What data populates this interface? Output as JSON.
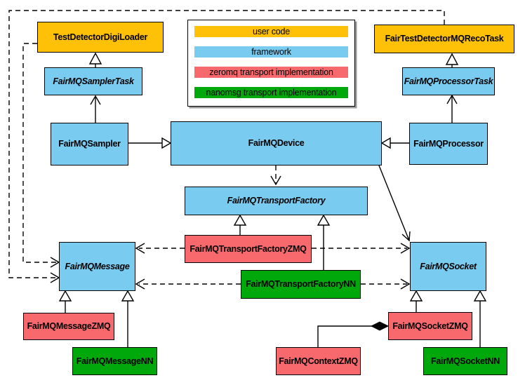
{
  "nodes": {
    "test_detector_digi_loader": {
      "label": "TestDetectorDigiLoader",
      "category": "user code"
    },
    "fair_test_detector_mq_reco_task": {
      "label": "FairTestDetectorMQRecoTask",
      "category": "user code"
    },
    "fair_mq_sampler_task": {
      "label": "FairMQSamplerTask",
      "category": "framework",
      "abstract": true
    },
    "fair_mq_processor_task": {
      "label": "FairMQProcessorTask",
      "category": "framework",
      "abstract": true
    },
    "fair_mq_sampler": {
      "label": "FairMQSampler",
      "category": "framework"
    },
    "fair_mq_device": {
      "label": "FairMQDevice",
      "category": "framework"
    },
    "fair_mq_processor": {
      "label": "FairMQProcessor",
      "category": "framework"
    },
    "fair_mq_transport_factory": {
      "label": "FairMQTransportFactory",
      "category": "framework",
      "abstract": true
    },
    "fair_mq_transport_factory_zmq": {
      "label": "FairMQTransportFactoryZMQ",
      "category": "zeromq transport implementation"
    },
    "fair_mq_transport_factory_nn": {
      "label": "FairMQTransportFactoryNN",
      "category": "nanomsg transport implementation"
    },
    "fair_mq_message": {
      "label": "FairMQMessage",
      "category": "framework",
      "abstract": true
    },
    "fair_mq_socket": {
      "label": "FairMQSocket",
      "category": "framework",
      "abstract": true
    },
    "fair_mq_message_zmq": {
      "label": "FairMQMessageZMQ",
      "category": "zeromq transport implementation"
    },
    "fair_mq_message_nn": {
      "label": "FairMQMessageNN",
      "category": "nanomsg transport implementation"
    },
    "fair_mq_context_zmq": {
      "label": "FairMQContextZMQ",
      "category": "zeromq transport implementation"
    },
    "fair_mq_socket_zmq": {
      "label": "FairMQSocketZMQ",
      "category": "zeromq transport implementation"
    },
    "fair_mq_socket_nn": {
      "label": "FairMQSocketNN",
      "category": "nanomsg transport implementation"
    }
  },
  "legend": {
    "items": [
      {
        "label": "user code",
        "color": "#FFC107"
      },
      {
        "label": "framework",
        "color": "#79CBF0"
      },
      {
        "label": "zeromq transport implementation",
        "color": "#F8696D"
      },
      {
        "label": "nanomsg transport implementation",
        "color": "#00A80B"
      }
    ]
  },
  "edges": [
    {
      "type": "generalization",
      "from": "fair_mq_sampler_task",
      "to": "test_detector_digi_loader"
    },
    {
      "type": "generalization",
      "from": "fair_mq_processor_task",
      "to": "fair_test_detector_mq_reco_task"
    },
    {
      "type": "generalization",
      "from": "fair_mq_sampler",
      "to": "fair_mq_device"
    },
    {
      "type": "generalization",
      "from": "fair_mq_processor",
      "to": "fair_mq_device"
    },
    {
      "type": "generalization",
      "from": "fair_mq_transport_factory_zmq",
      "to": "fair_mq_transport_factory"
    },
    {
      "type": "generalization",
      "from": "fair_mq_transport_factory_nn",
      "to": "fair_mq_transport_factory"
    },
    {
      "type": "generalization",
      "from": "fair_mq_message_zmq",
      "to": "fair_mq_message"
    },
    {
      "type": "generalization",
      "from": "fair_mq_message_nn",
      "to": "fair_mq_message"
    },
    {
      "type": "generalization",
      "from": "fair_mq_socket_zmq",
      "to": "fair_mq_socket"
    },
    {
      "type": "generalization",
      "from": "fair_mq_socket_nn",
      "to": "fair_mq_socket"
    },
    {
      "type": "association",
      "from": "fair_mq_sampler",
      "to": "fair_mq_sampler_task"
    },
    {
      "type": "association",
      "from": "fair_mq_processor",
      "to": "fair_mq_processor_task"
    },
    {
      "type": "association",
      "from": "fair_mq_device",
      "to": "fair_mq_socket"
    },
    {
      "type": "dependency",
      "from": "fair_mq_device",
      "to": "fair_mq_transport_factory"
    },
    {
      "type": "dependency",
      "from": "fair_mq_transport_factory_zmq",
      "to": "fair_mq_message"
    },
    {
      "type": "dependency",
      "from": "fair_mq_transport_factory_zmq",
      "to": "fair_mq_socket"
    },
    {
      "type": "dependency",
      "from": "fair_mq_transport_factory_nn",
      "to": "fair_mq_message"
    },
    {
      "type": "dependency",
      "from": "fair_mq_transport_factory_nn",
      "to": "fair_mq_socket"
    },
    {
      "type": "dependency",
      "from": "test_detector_digi_loader",
      "to": "fair_mq_message"
    },
    {
      "type": "dependency",
      "from": "fair_test_detector_mq_reco_task",
      "to": "fair_mq_message"
    },
    {
      "type": "composition",
      "from": "fair_mq_context_zmq",
      "to": "fair_mq_socket_zmq"
    }
  ],
  "colors": {
    "user_code": "#FFC107",
    "framework": "#79CBF0",
    "zeromq": "#F8696D",
    "nanomsg": "#00A80B",
    "border": "#000000",
    "background": "#FFFFFF"
  }
}
